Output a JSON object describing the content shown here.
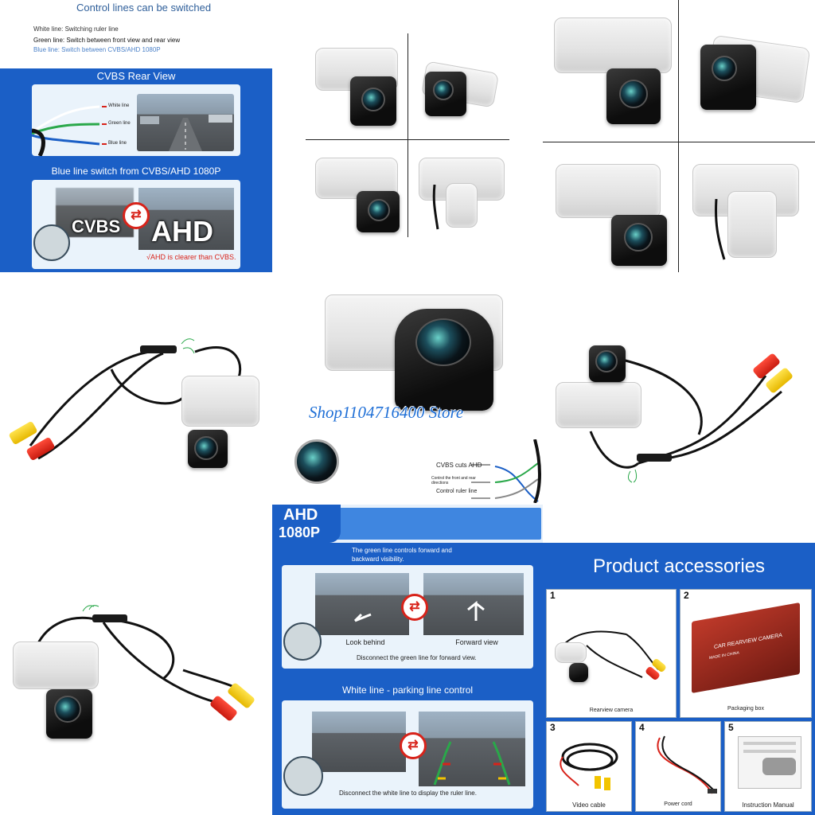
{
  "top_left": {
    "title": "Control lines can be switched",
    "lines": [
      "White line: Switching ruler line",
      "Green line: Switch between front view and rear view",
      "Blue line: Switch between CVBS/AHD 1080P"
    ],
    "cvbs_rear_view": "CVBS Rear View",
    "wire_labels": [
      "White line",
      "Green line",
      "Blue line"
    ],
    "blue_line_switch": "Blue line switch from CVBS/AHD 1080P",
    "cvbs": "CVBS",
    "ahd": "AHD",
    "ahd_clearer": "√AHD is clearer than CVBS."
  },
  "watermark": "Shop1104716400 Store",
  "wire_callouts": {
    "cvbs_cuts_ahd": "CVBS cuts AHD",
    "control_front_rear": "Control the front and rear directions",
    "control_ruler": "Control ruler line"
  },
  "ahd_panel": {
    "badge_line1": "AHD",
    "badge_line2": "1080P",
    "green_line_note": "The green line controls forward and backward visibility.",
    "look_behind": "Look behind",
    "forward_view": "Forward view",
    "disconnect_green": "Disconnect the green line for forward view.",
    "white_line_title": "White line - parking line control",
    "disconnect_white": "Disconnect the white line to display the ruler line."
  },
  "accessories": {
    "title": "Product accessories",
    "items": [
      {
        "num": "1",
        "label": "Rearview camera"
      },
      {
        "num": "2",
        "label": "Packaging box"
      },
      {
        "num": "3",
        "label": "Video cable"
      },
      {
        "num": "4",
        "label": "Power cord"
      },
      {
        "num": "5",
        "label": "Instruction Manual"
      }
    ],
    "box_text": "CAR REARVIEW CAMERA",
    "made_in": "MADE IN CHINA"
  },
  "colors": {
    "brand_blue": "#1b5fc6",
    "switch_red": "#d8231a",
    "rca_yellow": "#f2c400",
    "rca_red": "#e2261a"
  }
}
